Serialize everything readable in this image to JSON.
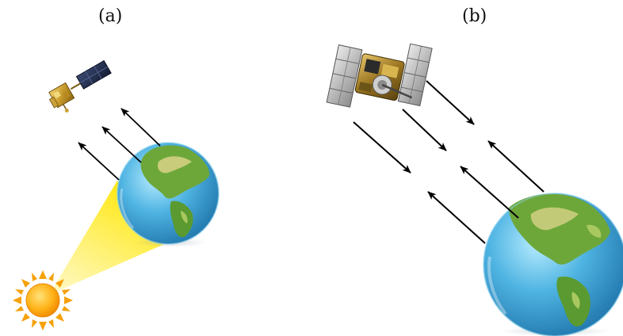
{
  "panels": [
    {
      "label": "(a)",
      "objects": [
        "sun-icon",
        "earth-icon",
        "satellite-icon"
      ],
      "light_beam": "sun-to-earth",
      "arrows": {
        "direction": "earth-to-satellite",
        "count": 3
      }
    },
    {
      "label": "(b)",
      "objects": [
        "satellite-icon",
        "earth-icon"
      ],
      "arrows": {
        "outgoing": {
          "direction": "satellite-to-earth",
          "count": 3
        },
        "returning": {
          "direction": "earth-to-satellite",
          "count": 3
        }
      }
    }
  ],
  "colors": {
    "sun": "#f6a10a",
    "sun_core": "#ffd23c",
    "beam": "#ffe600",
    "ocean": "#3a9fd0",
    "land": "#6da73a",
    "arrow": "#000000",
    "solar_panel": "#243150",
    "satellite_body": "#c9a23a"
  }
}
